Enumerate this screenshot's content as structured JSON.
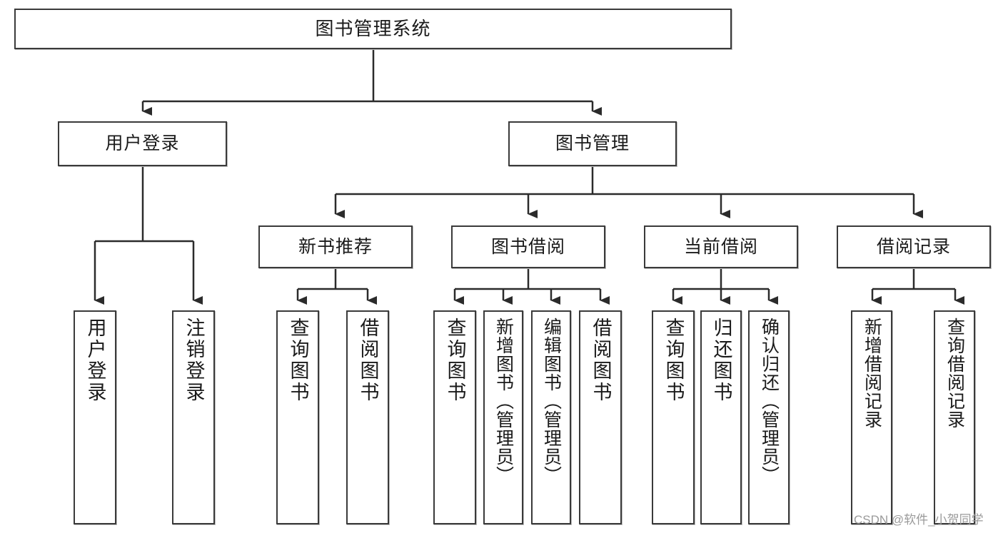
{
  "diagram": {
    "type": "tree",
    "title": "图书管理系统",
    "watermark": "CSDN @软件_小贺同学",
    "colors": {
      "box_border": "#3a3a3a",
      "box_fill": "#ffffff",
      "line": "#2b2b2b",
      "text": "#1a1a1a",
      "watermark": "#9a9a9a",
      "background": "#ffffff"
    },
    "nodes": {
      "root": {
        "label": "图书管理系统"
      },
      "level2": [
        {
          "id": "user-login",
          "label": "用户登录"
        },
        {
          "id": "book-manage",
          "label": "图书管理"
        }
      ],
      "level3": [
        {
          "id": "new-book-recommend",
          "label": "新书推荐"
        },
        {
          "id": "book-borrow",
          "label": "图书借阅"
        },
        {
          "id": "current-borrow",
          "label": "当前借阅"
        },
        {
          "id": "borrow-record",
          "label": "借阅记录"
        }
      ],
      "leaves": {
        "user_login": [
          {
            "id": "leaf-user-login",
            "label": "用户登录"
          },
          {
            "id": "leaf-logout",
            "label": "注销登录"
          }
        ],
        "new_book_recommend": [
          {
            "id": "leaf-query-book-1",
            "label": "查询图书"
          },
          {
            "id": "leaf-borrow-book-1",
            "label": "借阅图书"
          }
        ],
        "book_borrow": [
          {
            "id": "leaf-query-book-2",
            "label": "查询图书"
          },
          {
            "id": "leaf-add-book",
            "label": "新增图书（管理员）"
          },
          {
            "id": "leaf-edit-book",
            "label": "编辑图书（管理员）"
          },
          {
            "id": "leaf-borrow-book-2",
            "label": "借阅图书"
          }
        ],
        "current_borrow": [
          {
            "id": "leaf-query-book-3",
            "label": "查询图书"
          },
          {
            "id": "leaf-return-book",
            "label": "归还图书"
          },
          {
            "id": "leaf-confirm-return",
            "label": "确认归还（管理员）"
          }
        ],
        "borrow_record": [
          {
            "id": "leaf-add-record",
            "label": "新增借阅记录"
          },
          {
            "id": "leaf-query-record",
            "label": "查询借阅记录"
          }
        ]
      }
    }
  }
}
